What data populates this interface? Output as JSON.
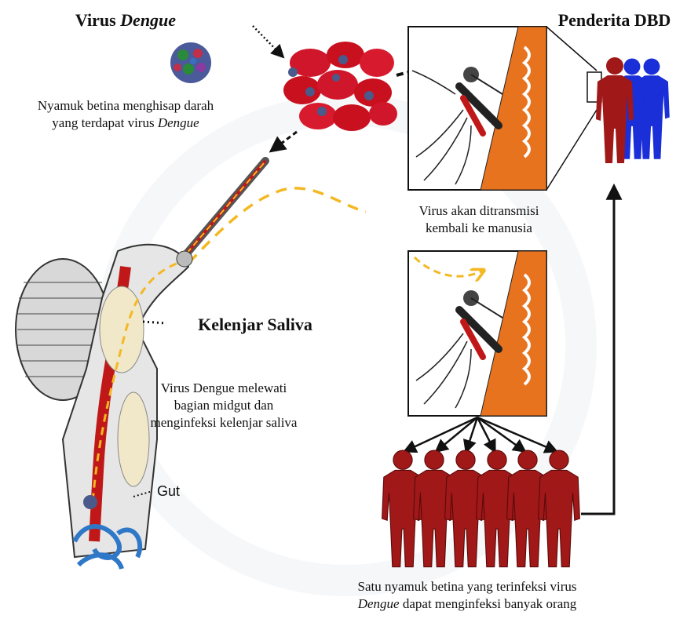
{
  "virus_title": {
    "prefix": "Virus ",
    "italic": "Dengue"
  },
  "patient_title": "Penderita DBD",
  "caption_suck": {
    "line1": "Nyamuk betina menghisap darah",
    "line2_prefix": "yang terdapat virus ",
    "line2_italic": "Dengue"
  },
  "caption_retransmit": {
    "line1": "Virus akan ditransmisi",
    "line2": "kembali ke manusia"
  },
  "saliva_title": "Kelenjar Saliva",
  "caption_midgut": {
    "line1": "Virus Dengue melewati",
    "line2": "bagian midgut dan",
    "line3": "menginfeksi kelenjar saliva"
  },
  "gut_label": "Gut",
  "caption_bottom": {
    "line1": "Satu nyamuk betina yang terinfeksi virus",
    "line2_italic": "Dengue",
    "line2_suffix": " dapat menginfeksi banyak orang"
  },
  "colors": {
    "blood": "#d0162a",
    "skin": "#e8731e",
    "human_red": "#a01818",
    "human_blue": "#1a2fd8",
    "path_yellow": "#f4b823"
  },
  "icons": [
    "virus-particle-icon",
    "red-blood-cells-icon",
    "mosquito-icon",
    "human-silhouette-icon",
    "mosquito-anatomy-illustration"
  ]
}
